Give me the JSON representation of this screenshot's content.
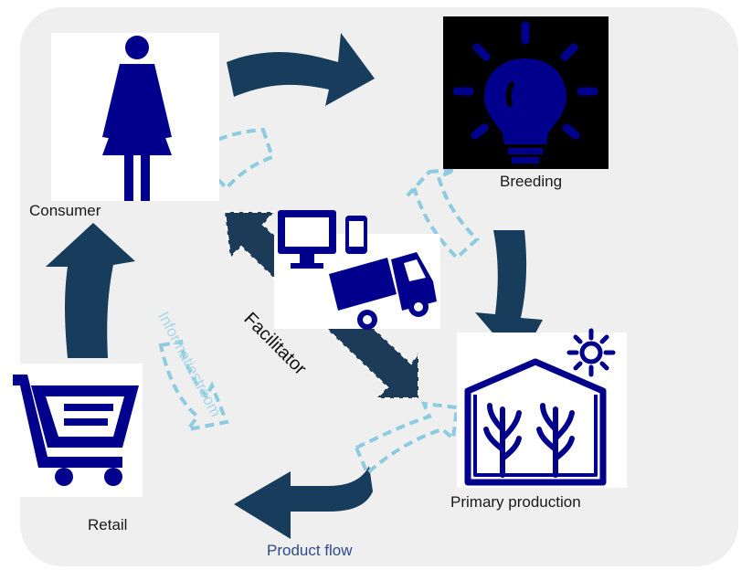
{
  "labels": {
    "consumer": "Consumer",
    "breeding": "Breeding",
    "retail": "Retail",
    "primary_production": "Primary production",
    "facilitator": "Facilitator",
    "information_flow": "Informatiestroom",
    "product_flow": "Product flow"
  },
  "colors": {
    "background_panel": "#efeff0",
    "product_arrow": "#173c5c",
    "icon_blue": "#00008c",
    "info_arrow": "#8ccbe0",
    "facilitator_arrow": "#1c3b58"
  },
  "icons": [
    "woman-icon",
    "light-bulb-icon",
    "shopping-cart-icon",
    "greenhouse-icon",
    "sun-icon",
    "computer-icon",
    "phone-icon",
    "truck-icon"
  ]
}
